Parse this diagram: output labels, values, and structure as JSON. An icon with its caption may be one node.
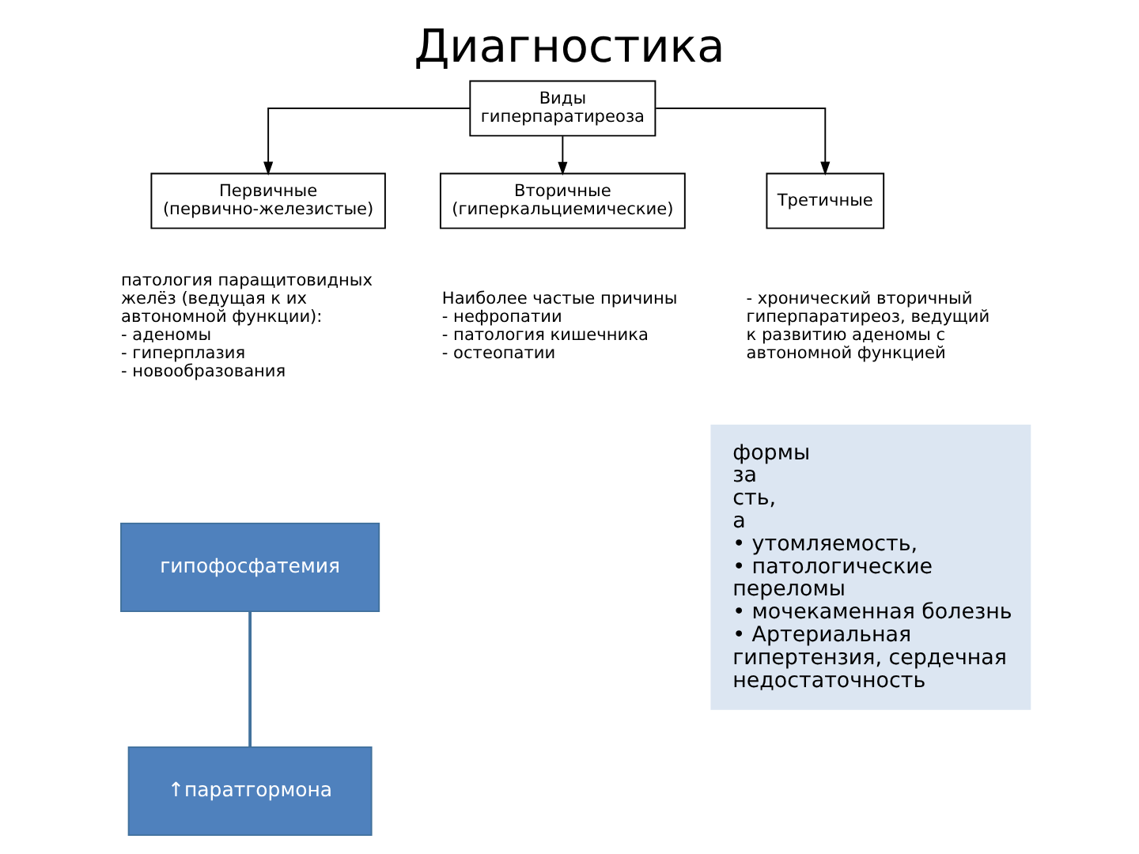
{
  "diagram": {
    "title": "Диагностика",
    "nodes": [
      {
        "text": [
          "Виды гиперпаратиреоза"
        ]
      },
      {
        "text": [
          "Первичные (первично-железистые)"
        ],
        "beside": [
          "патология паращитовидных желёз (ведущая к их автономной функции):",
          "- аденомы",
          "- гиперплазия",
          "- новообразования"
        ]
      },
      {
        "text": [
          "Вторичные (гиперкальциемические)"
        ],
        "beside": [
          "Наиболее частые причины",
          "- нефропатии",
          "- патология кишечника",
          "- остеопатии"
        ]
      },
      {
        "text": [
          "Третичные"
        ],
        "beside": [
          "- хронический вторичный гиперпаратиреоз, ведущий к развитию аденомы с автономной функцией"
        ]
      },
      {
        "text": [
          "гипофосфатемия"
        ]
      },
      {
        "text": [
          "↑паратгормона"
        ]
      },
      {
        "text": [
          "формы",
          "за",
          "сть,",
          "а",
          "• утомляемость,",
          "• патологические переломы",
          "• мочекаменная болезнь",
          "• Артериальная гипертензия, сердечная недостаточность"
        ]
      }
    ],
    "edges": [
      {
        "from": 0,
        "to": 1,
        "arrow": "to"
      },
      {
        "from": 0,
        "to": 2,
        "arrow": "to"
      },
      {
        "from": 0,
        "to": 3,
        "arrow": "to"
      },
      {
        "from": 4,
        "to": 5,
        "arrow": "none",
        "color": "#41719c"
      }
    ]
  }
}
